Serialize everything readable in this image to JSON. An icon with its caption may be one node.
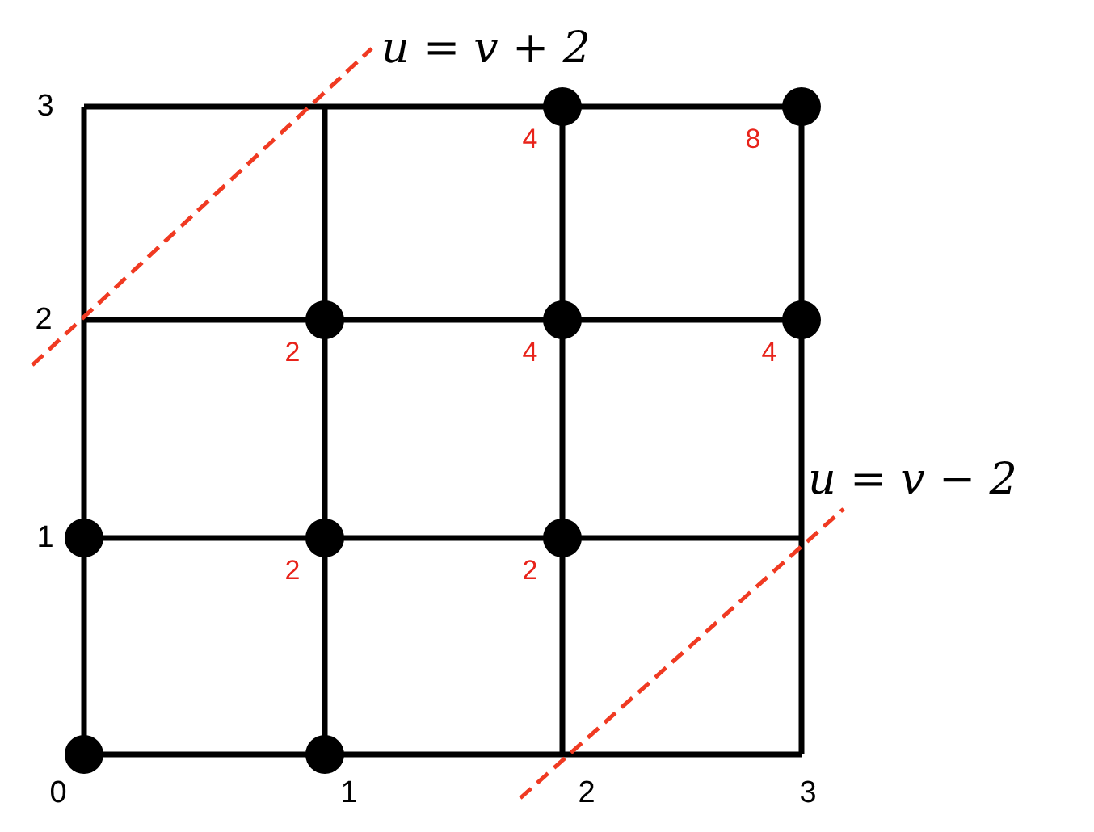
{
  "diagram": {
    "nodes": [
      {
        "text": [],
        "shape": "circle",
        "beside": [
          "4"
        ]
      },
      {
        "text": [],
        "shape": "circle",
        "beside": [
          "8"
        ]
      },
      {
        "text": [],
        "shape": "circle",
        "beside": [
          "2"
        ]
      },
      {
        "text": [],
        "shape": "circle",
        "beside": [
          "4"
        ]
      },
      {
        "text": [],
        "shape": "circle",
        "beside": [
          "4"
        ]
      },
      {
        "text": [],
        "shape": "circle"
      },
      {
        "text": [],
        "shape": "circle",
        "beside": [
          "2"
        ]
      },
      {
        "text": [],
        "shape": "circle",
        "beside": [
          "2"
        ]
      },
      {
        "text": [],
        "shape": "circle"
      },
      {
        "text": [],
        "shape": "circle"
      }
    ],
    "labels": [
      "u = v + 2",
      "3",
      "2",
      "u = v − 2",
      "1",
      "0",
      "1",
      "2",
      "3"
    ]
  }
}
